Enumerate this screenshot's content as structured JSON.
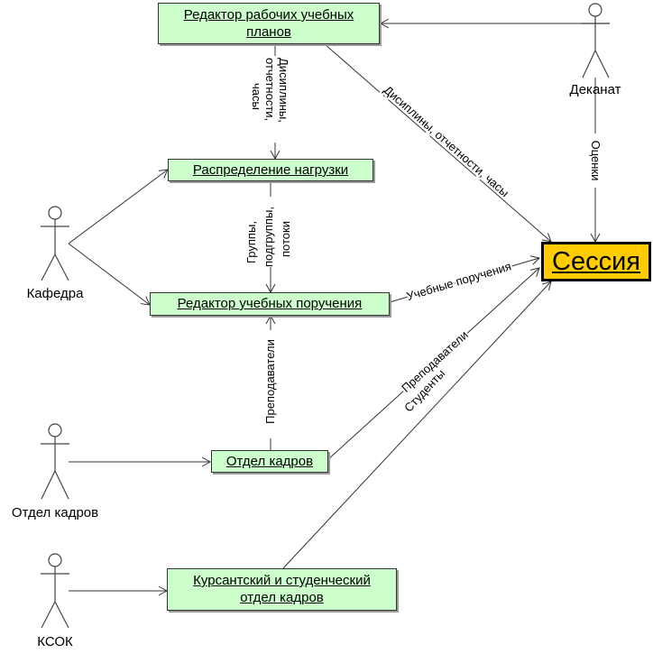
{
  "diagram": {
    "type": "use-case / data-flow",
    "nodes": {
      "rup": {
        "label": "Редактор рабочих учебных планов",
        "line1": "Редактор рабочих учебных",
        "line2": "планов"
      },
      "rn": {
        "label": "Распределение нагрузки"
      },
      "rup2": {
        "label": "Редактор учебных поручения"
      },
      "ok": {
        "label": "Отдел кадров"
      },
      "ksok": {
        "label": "Курсантский и студенческий отдел кадров",
        "line1": "Курсантский и студенческий",
        "line2": "отдел кадров"
      },
      "session": {
        "label": "Сессия",
        "color": "#ffcc00"
      }
    },
    "actors": {
      "dekanat": {
        "label": "Деканат"
      },
      "kafedra": {
        "label": "Кафедра"
      },
      "otdel_kadrov": {
        "label": "Отдел кадров"
      },
      "ksok": {
        "label": "КСОК"
      }
    },
    "edges": {
      "rup_rn": {
        "from": "Редактор рабочих учебных планов",
        "to": "Распределение нагрузки",
        "line1": "Дисиплины,",
        "line2": "отчетности,",
        "line3": "часы"
      },
      "rup_session": {
        "from": "Редактор рабочих учебных планов",
        "to": "Сессия",
        "label": "Дисиплины, отчетности, часы"
      },
      "dekanat_session": {
        "from": "Деканат",
        "to": "Сессия",
        "label": "Оценки"
      },
      "rn_rup2": {
        "from": "Распределение нагрузки",
        "to": "Редактор учебных поручения",
        "line1": "Группы,",
        "line2": "подгруппы,",
        "line3": "потоки"
      },
      "rup2_session": {
        "from": "Редактор учебных поручения",
        "to": "Сессия",
        "label": "Учебные поручения"
      },
      "ok_rup2": {
        "from": "Отдел кадров",
        "to": "Редактор учебных поручения",
        "label": "Преподаватели"
      },
      "ok_session": {
        "from": "Отдел кадров",
        "to": "Сессия",
        "label": "Преподаватели"
      },
      "ksok_session": {
        "from": "Курсантский и студенческий отдел кадров",
        "to": "Сессия",
        "label": "Студенты"
      }
    },
    "colors": {
      "process_fill": "#ccffcc",
      "session_fill": "#ffcc00",
      "line": "#333333"
    }
  }
}
